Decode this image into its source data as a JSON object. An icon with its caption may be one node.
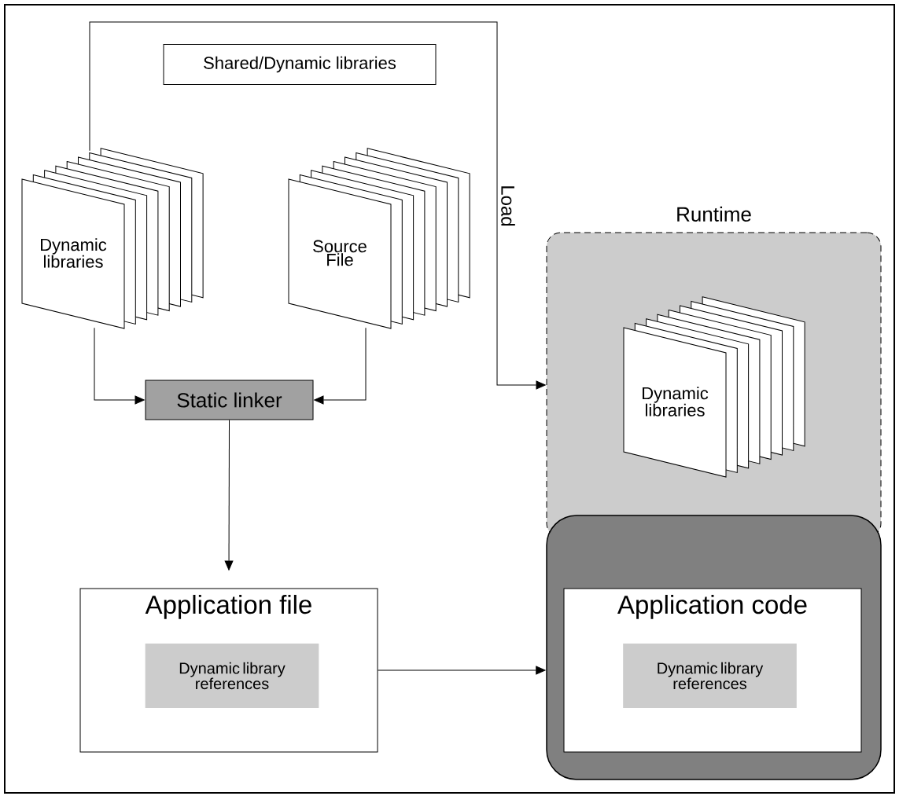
{
  "diagram": {
    "nodes": [
      {
        "text": [
          "Shared/Dynamic libraries"
        ]
      },
      {
        "text": [
          "Dynamic libraries"
        ]
      },
      {
        "text": [
          "Source File"
        ]
      },
      {
        "text": [
          "Static linker"
        ]
      },
      {
        "text": [
          "Runtime"
        ]
      },
      {
        "text": [
          "Dynamic libraries"
        ],
        "in": 4
      },
      {
        "text": [
          "Application file"
        ]
      },
      {
        "text": [
          "Dynamic library references"
        ],
        "in": 6
      },
      {
        "text": [],
        "shape": "box"
      },
      {
        "text": [
          "Application code"
        ],
        "in": 8
      },
      {
        "text": [
          "Dynamic library references"
        ],
        "in": 9
      }
    ],
    "edges": [
      {
        "from": 1,
        "to": 3,
        "arrow": "to"
      },
      {
        "from": 2,
        "to": 3,
        "arrow": "to"
      },
      {
        "from": 3,
        "to": 6,
        "arrow": "to"
      },
      {
        "from": 1,
        "to": 4,
        "arrow": "to",
        "label": "Load"
      },
      {
        "from": 6,
        "to": 8,
        "arrow": "to"
      }
    ]
  }
}
